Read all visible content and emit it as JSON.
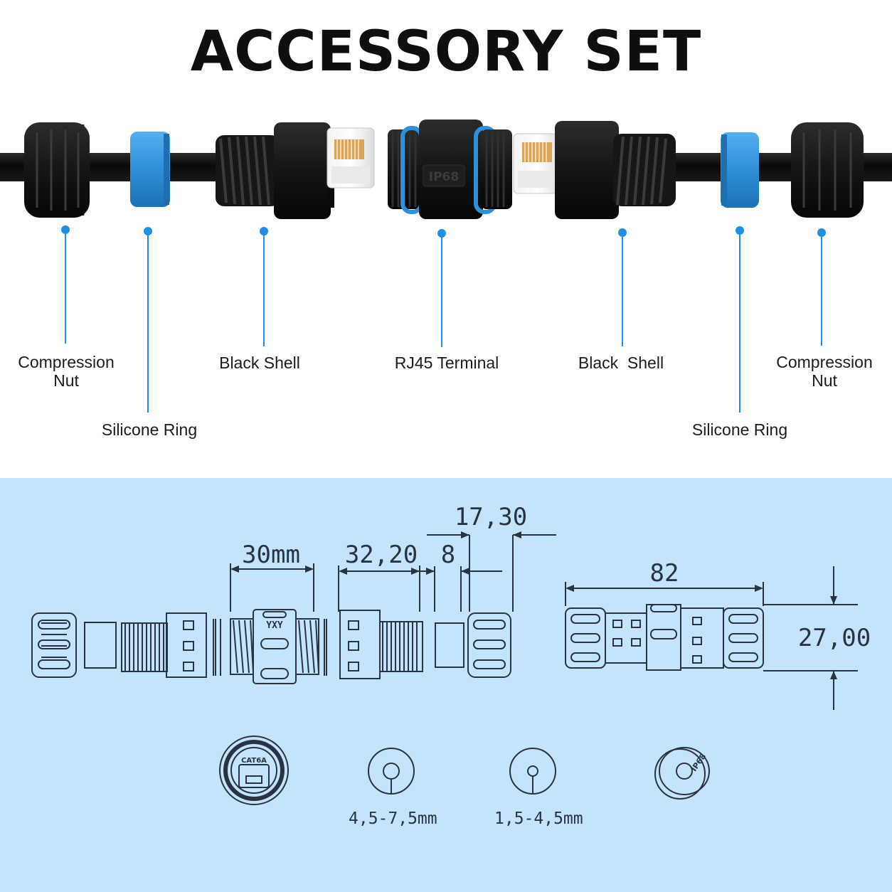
{
  "title": "ACCESSORY SET",
  "parts": [
    {
      "id": "compression-nut-left",
      "label": "Compression\nNut"
    },
    {
      "id": "silicone-ring-left",
      "label": "Silicone Ring"
    },
    {
      "id": "black-shell-left",
      "label": "Black Shell"
    },
    {
      "id": "rj45-terminal",
      "label": "RJ45 Terminal"
    },
    {
      "id": "black-shell-right",
      "label": "Black  Shell"
    },
    {
      "id": "silicone-ring-right",
      "label": "Silicone Ring"
    },
    {
      "id": "compression-nut-right",
      "label": "Compression\nNut"
    }
  ],
  "drawing": {
    "dimensions": {
      "d_30": "30mm",
      "d_3220": "32,20",
      "d_8": "8",
      "d_1730": "17,30",
      "d_82": "82",
      "d_2700": "27,00"
    },
    "coupler_marking": "YXY",
    "insert_marking": "CAT6A",
    "ring_marking": "IP68",
    "holes": [
      {
        "label": "4,5-7,5mm"
      },
      {
        "label": "1,5-4,5mm"
      }
    ]
  },
  "colors": {
    "accent": "#1e8fe6",
    "panel": "#c3e4fa",
    "seal_blue": "#2f8fd8",
    "part_black": "#121212",
    "line": "#2a3342"
  },
  "icons": [
    "compression-nut-icon",
    "silicone-ring-icon",
    "black-shell-icon",
    "rj45-plug-icon",
    "rj45-coupler-icon"
  ]
}
